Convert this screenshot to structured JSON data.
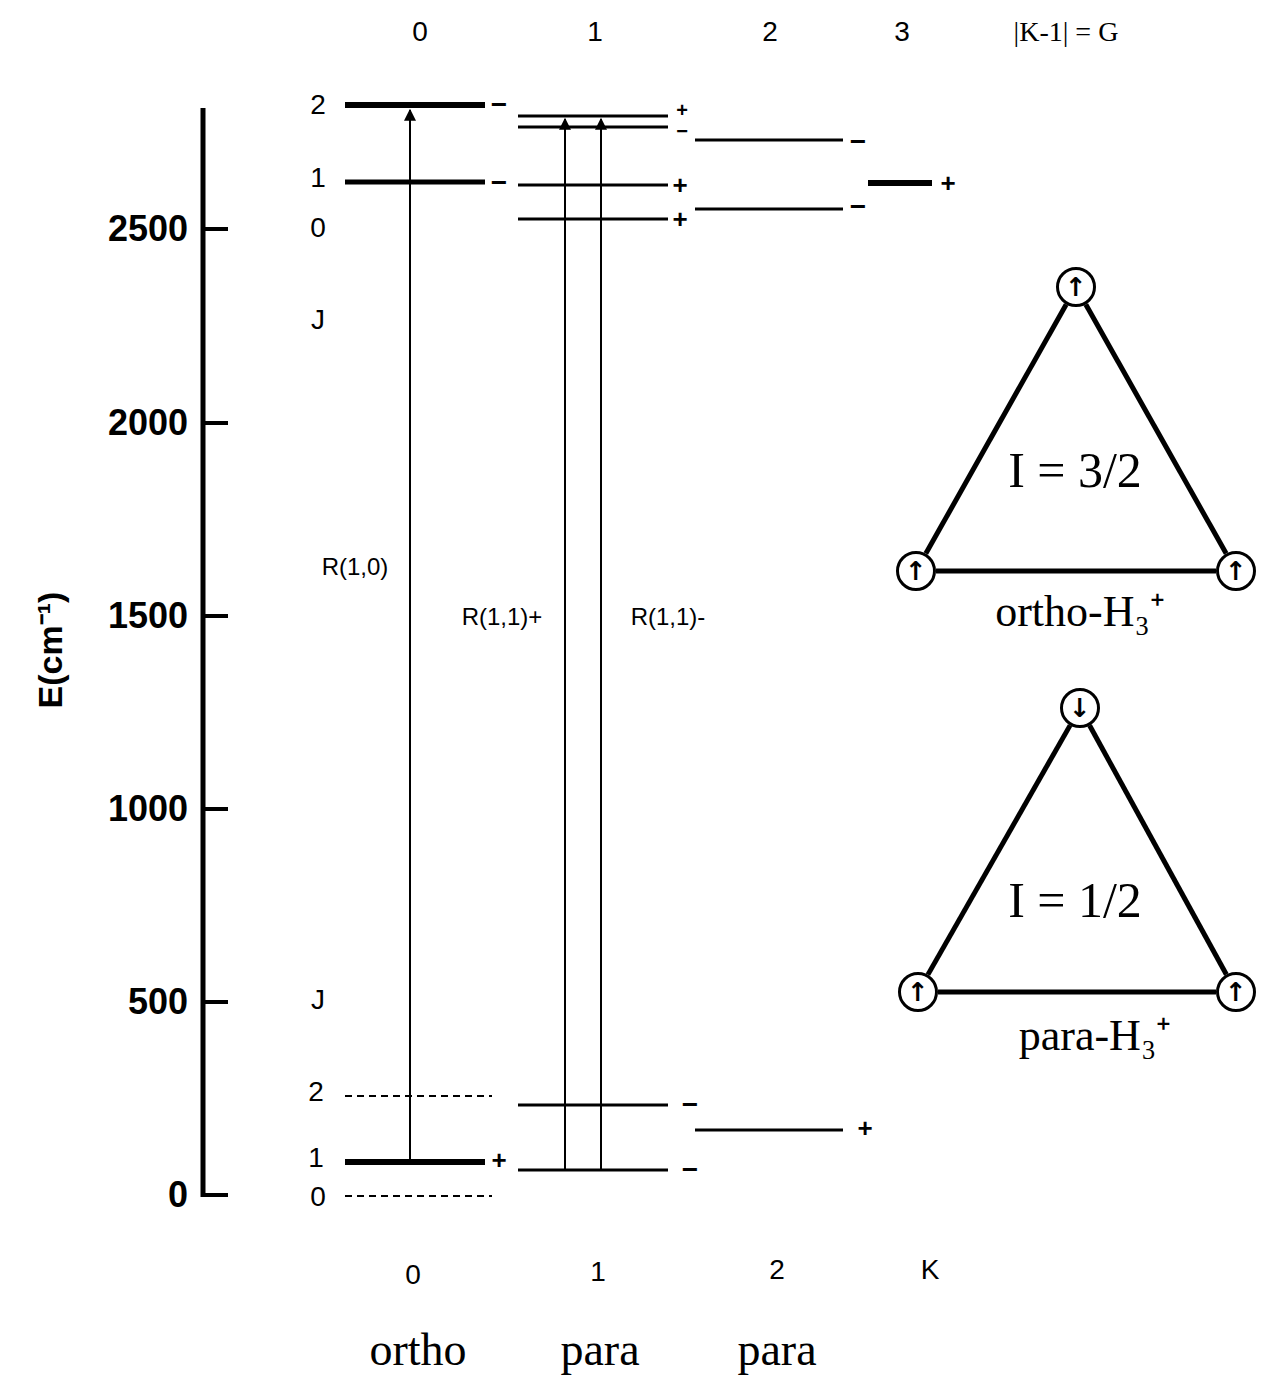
{
  "diagram": {
    "nodes": [
      {
        "text": [
          "I = 3/2",
          "ortho-H₃⁺"
        ]
      },
      {
        "text": [
          "↑"
        ],
        "in": 0
      },
      {
        "text": [
          "↑"
        ],
        "in": 0
      },
      {
        "text": [
          "↑"
        ],
        "in": 0
      },
      {
        "text": [
          "I = 1/2",
          "para-H₃⁺"
        ]
      },
      {
        "text": [
          "↓"
        ],
        "in": 4
      },
      {
        "text": [
          "↑"
        ],
        "in": 4
      },
      {
        "text": [
          "↑"
        ],
        "in": 4
      }
    ],
    "edges": [
      {
        "from": 1,
        "to": 2,
        "arrow": "none"
      },
      {
        "from": 2,
        "to": 3,
        "arrow": "none"
      },
      {
        "from": 3,
        "to": 1,
        "arrow": "none"
      },
      {
        "from": 5,
        "to": 6,
        "arrow": "none"
      },
      {
        "from": 6,
        "to": 7,
        "arrow": "none"
      },
      {
        "from": 7,
        "to": 5,
        "arrow": "none"
      }
    ],
    "labels": [
      "0",
      "1",
      "2",
      "3",
      "|K-1| = G",
      "E(cm⁻¹)",
      "2500",
      "2000",
      "1500",
      "1000",
      "500",
      "0",
      "2",
      "1",
      "0",
      "J",
      "J",
      "2",
      "1",
      "0",
      "−",
      "−",
      "+",
      "−",
      "+",
      "+",
      "−",
      "−",
      "+",
      "+",
      "−",
      "−",
      "+",
      "R(1,0)",
      "R(1,1)+",
      "R(1,1)-",
      "0",
      "1",
      "2",
      "K",
      "ortho",
      "para",
      "para"
    ]
  }
}
